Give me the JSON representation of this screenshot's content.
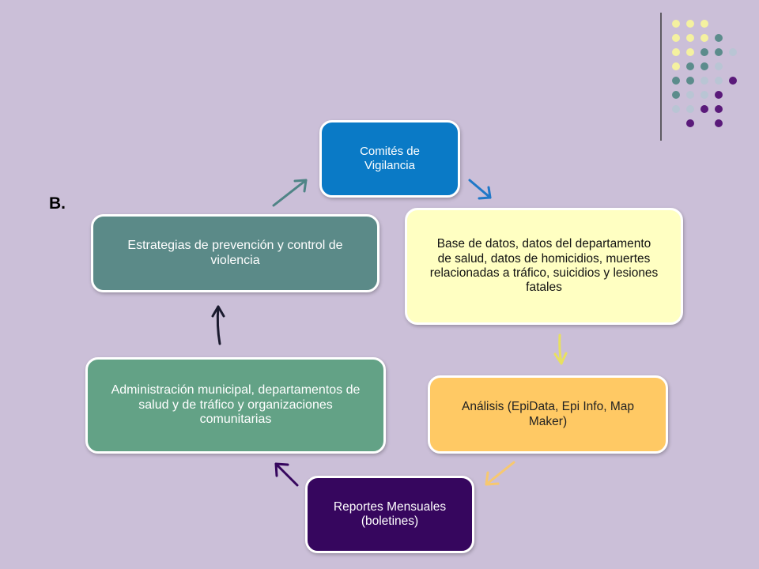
{
  "label": "B.",
  "nodes": {
    "comites": {
      "text": "Comités de Vigilancia"
    },
    "base_datos": {
      "text": "Base de datos, datos del departamento de salud, datos de homicidios, muertes relacionadas a tráfico, suicidios y lesiones fatales"
    },
    "analisis": {
      "text": "Análisis (EpiData, Epi Info, Map Maker)"
    },
    "reportes": {
      "text": "Reportes Mensuales (boletines)"
    },
    "administracion": {
      "text": "Administración municipal, departamentos de salud y de tráfico y organizaciones comunitarias"
    },
    "estrategias": {
      "text": "Estrategias de prevención y control de violencia"
    }
  },
  "colors": {
    "background": "#cbbfd8",
    "comites": "#0a7ac6",
    "base_datos": "#ffffc2",
    "analisis": "#ffc964",
    "reportes": "#36065e",
    "administracion": "#63a286",
    "estrategias": "#5b8a88",
    "arrow_blue": "#1f78c8",
    "arrow_yellow": "#e8e060",
    "arrow_orange": "#f7c870",
    "arrow_purple": "#36065e",
    "arrow_dark": "#1a1a2e",
    "arrow_teal": "#4f8486",
    "dot_yellow": "#f4f1a0",
    "dot_teal": "#5c8c8c",
    "dot_light": "#b9c5d4",
    "dot_purple": "#5a1a7a"
  }
}
